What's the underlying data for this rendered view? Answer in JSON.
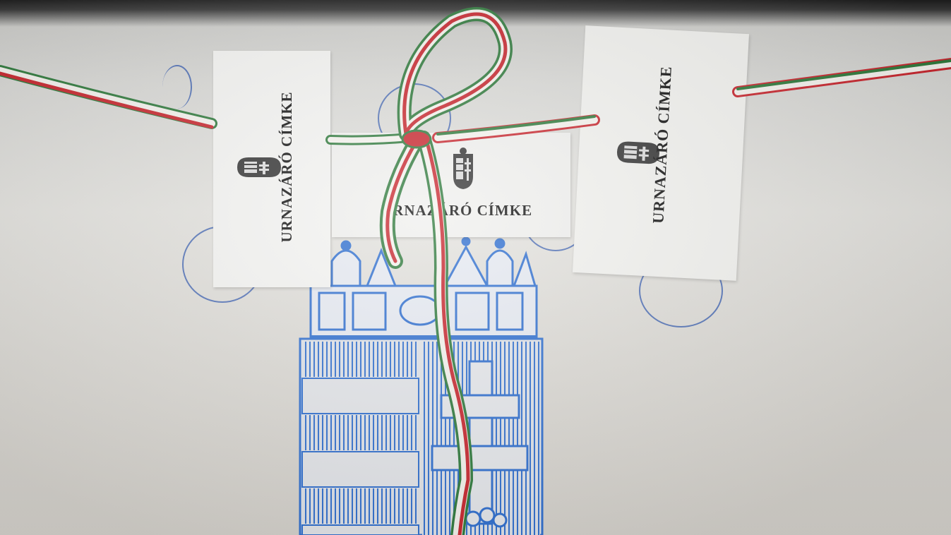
{
  "photo": {
    "subject": "sealed ballot box",
    "palette": {
      "cardboard": "#dedcd7",
      "print_blue": "#2f6fd0",
      "ribbon_red": "#c8262e",
      "ribbon_white": "#f5f3ee",
      "ribbon_green": "#2f7a3c",
      "stamp_blue": "#3a5fb0"
    }
  },
  "labels": {
    "left": {
      "text": "URNAZÁRÓ CÍMKE"
    },
    "center": {
      "text": "URNAZÁRÓ CÍMKE"
    },
    "right": {
      "text": "URNAZÁRÓ CÍMKE"
    }
  },
  "icons": [
    "hungarian-coat-of-arms-icon",
    "official-stamp-icon",
    "tricolor-ribbon"
  ]
}
